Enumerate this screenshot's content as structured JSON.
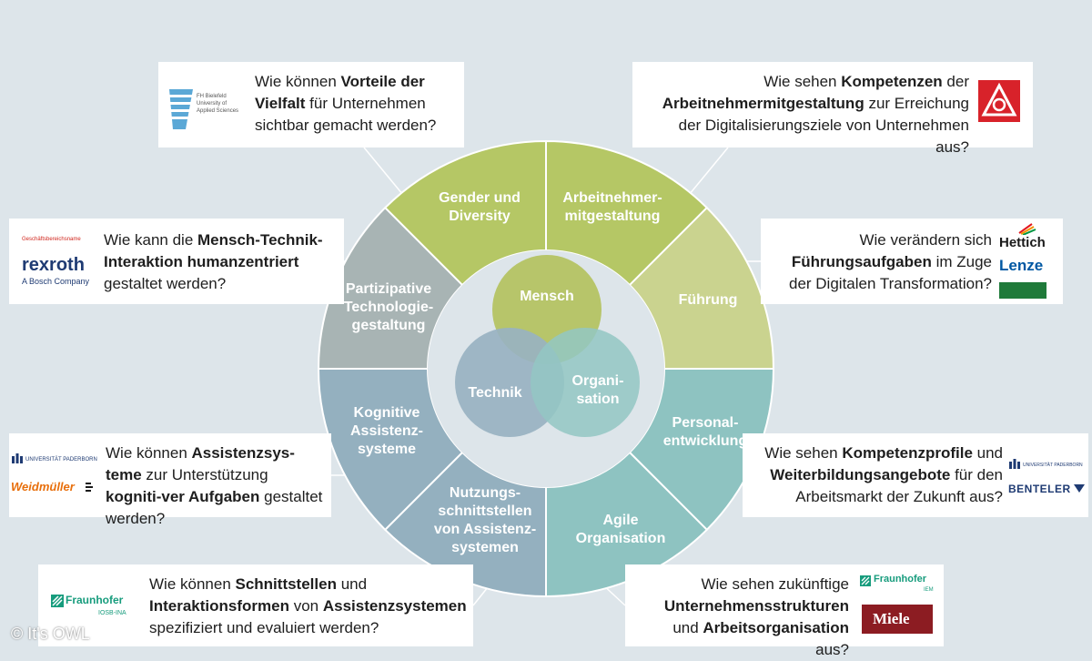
{
  "segments": [
    {
      "lines": [
        "Gender und",
        "Diversity"
      ]
    },
    {
      "lines": [
        "Arbeitnehmer-",
        "mitgestaltung"
      ]
    },
    {
      "lines": [
        "Führung"
      ]
    },
    {
      "lines": [
        "Personal-",
        "entwicklung"
      ]
    },
    {
      "lines": [
        "Agile",
        "Organisation"
      ]
    },
    {
      "lines": [
        "Nutzungs-",
        "schnittstellen",
        "von Assistenz-",
        "systemen"
      ]
    },
    {
      "lines": [
        "Kognitive",
        "Assistenz-",
        "systeme"
      ]
    },
    {
      "lines": [
        "Partizipative",
        "Technologie-",
        "gestaltung"
      ]
    }
  ],
  "venn": {
    "mensch": "Mensch",
    "technik": "Technik",
    "organisation_lines": [
      "Organi-",
      "sation"
    ]
  },
  "questions": {
    "q1": {
      "a": "Wie können ",
      "b": "Vorteile der Vielfalt",
      "c": " für Unternehmen sichtbar gemacht werden?"
    },
    "q2": {
      "a": "Wie sehen ",
      "b": "Kompetenzen",
      "c": " der ",
      "d": "Arbeitnehmermitgestaltung",
      "e": " zur Erreichung der Digitalisierungsziele von Unternehmen aus?"
    },
    "q3": {
      "a": "Wie kann die ",
      "b": "Mensch-Technik-Interaktion humanzentriert",
      "c": " gestaltet werden?"
    },
    "q4": {
      "a": "Wie verändern sich ",
      "b": "Führungsaufgaben",
      "c": " im Zuge der Digitalen Transformation?"
    },
    "q5": {
      "a": "Wie können ",
      "b": "Assistenzsys-teme",
      "c": " zur Unterstützung ",
      "d": "kogniti-ver Aufgaben",
      "e": " gestaltet werden?"
    },
    "q6": {
      "a": "Wie sehen ",
      "b": "Kompetenzprofile",
      "c": " und ",
      "d": "Weiterbildungsangebote",
      "e": " für den Arbeitsmarkt der Zukunft aus?"
    },
    "q7": {
      "a": "Wie können ",
      "b": "Schnittstellen",
      "c": " und ",
      "d": "Interaktionsformen",
      "e": " von ",
      "f": "Assistenzsystemen",
      "g": " spezifiziert und evaluiert werden?"
    },
    "q8": {
      "a": "Wie sehen zukünftige ",
      "b": "Unternehmensstrukturen",
      "c": " und ",
      "d": "Arbeitsorganisation",
      "e": " aus?"
    }
  },
  "logos": {
    "fh_bielefeld": [
      "FH Bielefeld",
      "University of",
      "Applied Sciences"
    ],
    "rexroth": {
      "small": "Geschäftsbereichsname",
      "name": "rexroth",
      "sub": "A Bosch Company"
    },
    "hettich": "Hettich",
    "lenze": "Lenze",
    "weidmueller": "Weidmüller",
    "uni_paderborn_1": "UNIVERSITÄT PADERBORN",
    "uni_paderborn_2": "UNIVERSITÄT PADERBORN",
    "benteler": "BENTELER",
    "fraunhofer_iosb": {
      "name": "Fraunhofer",
      "sub": "IOSB-INA"
    },
    "fraunhofer_iem": {
      "name": "Fraunhofer",
      "sub": "IEM"
    },
    "miele": "Miele"
  },
  "copyright": "© It's OWL",
  "colors": {
    "green_dark": "#b5c765",
    "green_mid": "#c5d184",
    "green_light": "#cad38f",
    "teal": "#8ec3c1",
    "teal_light": "#a4ccc9",
    "slate": "#94b0bf",
    "slate_grey": "#a8b4b4",
    "inner_ring": "#dde5ea"
  }
}
